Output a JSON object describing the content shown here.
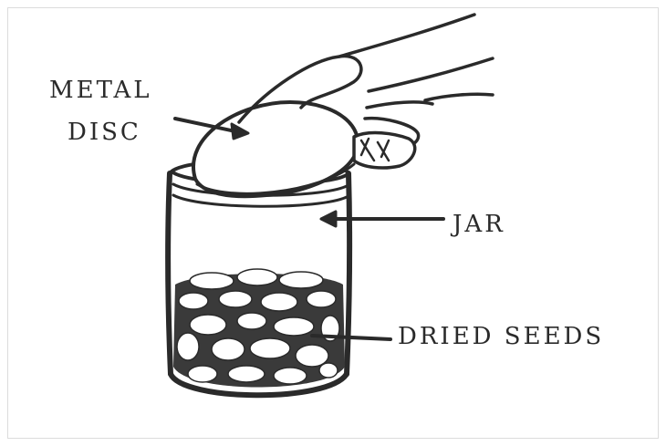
{
  "labels": {
    "metal": "METAL",
    "disc": "DISC",
    "jar": "JAR",
    "seeds": "DRIED SEEDS"
  },
  "colors": {
    "ink": "#2a2a2a",
    "background": "#ffffff"
  }
}
